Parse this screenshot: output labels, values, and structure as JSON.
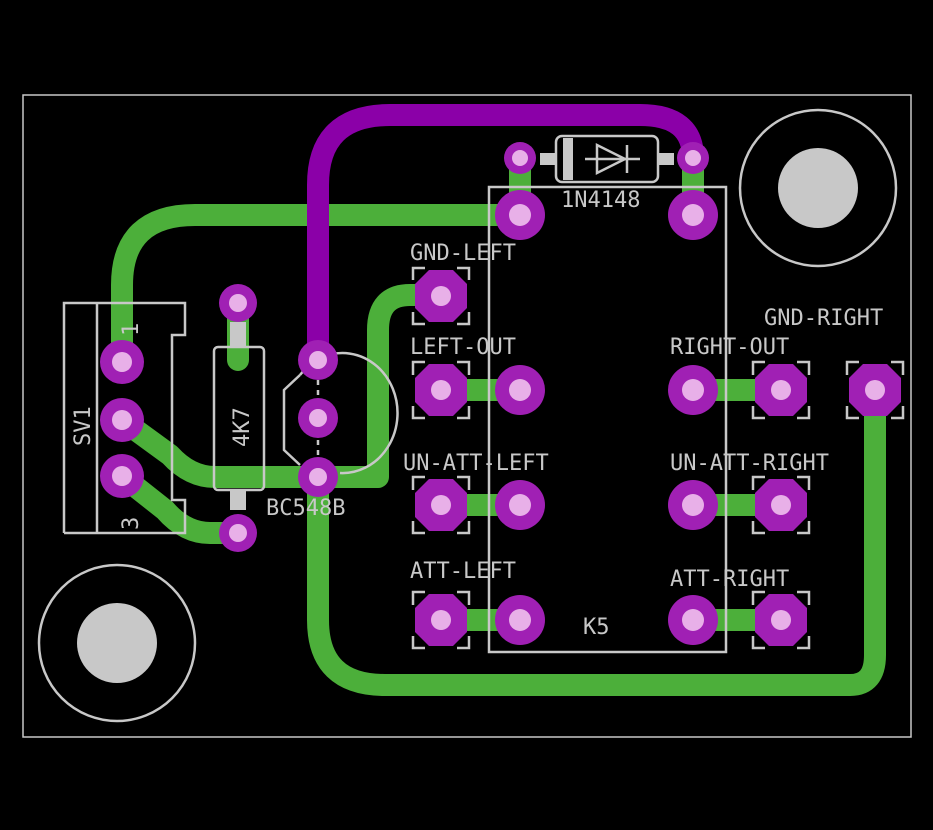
{
  "components": {
    "relay": "K5",
    "diode": "1N4148",
    "resistor": "4K7",
    "transistor": "BC548B",
    "header": "SV1",
    "header_pin_first": "1",
    "header_pin_last": "3"
  },
  "pad_labels": {
    "gnd_left": "GND-LEFT",
    "left_out": "LEFT-OUT",
    "un_att_left": "UN-ATT-LEFT",
    "att_left": "ATT-LEFT",
    "gnd_right": "GND-RIGHT",
    "right_out": "RIGHT-OUT",
    "un_att_right": "UN-ATT-RIGHT",
    "att_right": "ATT-RIGHT"
  },
  "colors": {
    "background": "#000000",
    "silkscreen": "#c8c8c8",
    "bottom_copper": "#4caf3a",
    "top_copper": "#8b00a8",
    "pad": "#a020b4",
    "drill": "#e8b0e8"
  }
}
